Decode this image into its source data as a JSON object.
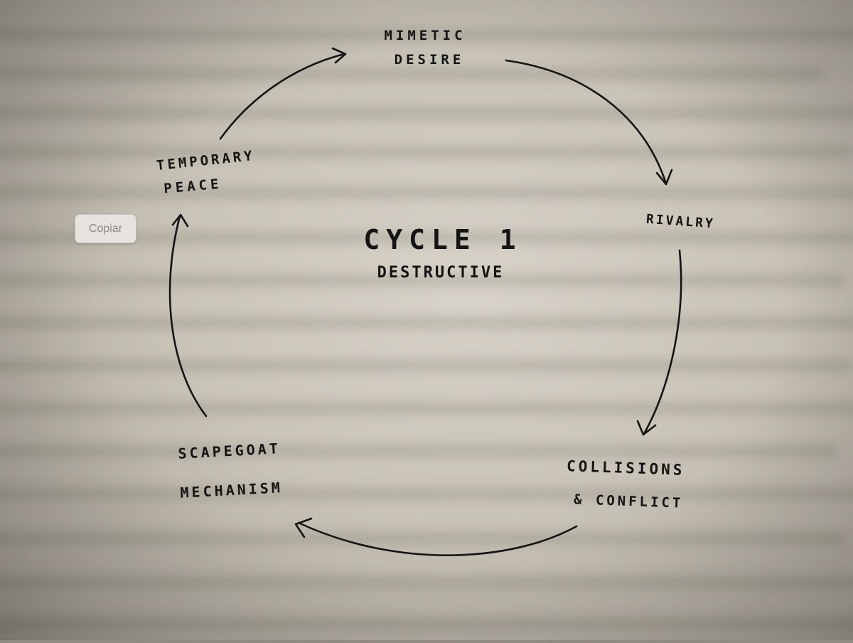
{
  "diagram": {
    "title": "CYCLE 1",
    "subtitle": "DESTRUCTIVE",
    "nodes": {
      "mimetic_desire": [
        "MIMETIC",
        "DESIRE"
      ],
      "rivalry": [
        "RIVALRY"
      ],
      "collisions_conflict": [
        "COLLISIONS",
        "& CONFLICT"
      ],
      "scapegoat_mechanism": [
        "SCAPEGOAT",
        "MECHANISM"
      ],
      "temporary_peace": [
        "TEMPORARY",
        "PEACE"
      ]
    },
    "ink_color": "#141414",
    "paper_color": "#c9c4b8"
  },
  "overlay": {
    "copy_button_label": "Copiar"
  }
}
